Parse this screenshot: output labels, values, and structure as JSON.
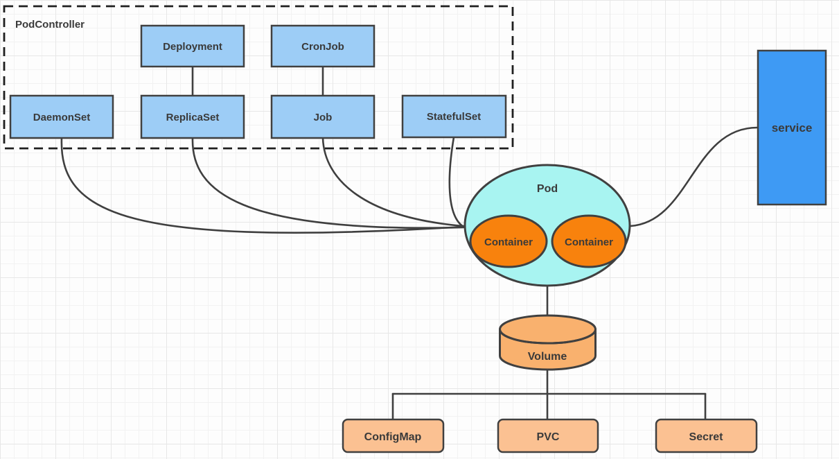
{
  "palette": {
    "controller_node_fill": "#9DCDF6",
    "service_fill": "#3E9AF4",
    "pod_fill": "#A8F4F1",
    "container_fill": "#F8820D",
    "volume_fill": "#F9B16E",
    "volume_source_fill": "#FBC192",
    "shape_stroke": "#404040",
    "edge_line": "#3F3F3F",
    "text": "#3A3A3A"
  },
  "pod_controller": {
    "label": "PodController",
    "nodes": {
      "deployment": "Deployment",
      "cronjob": "CronJob",
      "daemonset": "DaemonSet",
      "replicaset": "ReplicaSet",
      "job": "Job",
      "statefulset": "StatefulSet"
    }
  },
  "pod": {
    "label": "Pod",
    "containers": [
      "Container",
      "Container"
    ]
  },
  "service": {
    "label": "service"
  },
  "volume": {
    "label": "Volume"
  },
  "volume_sources": {
    "configmap": "ConfigMap",
    "pvc": "PVC",
    "secret": "Secret"
  },
  "edges": [
    {
      "from": "Deployment",
      "to": "ReplicaSet"
    },
    {
      "from": "CronJob",
      "to": "Job"
    },
    {
      "from": "DaemonSet",
      "to": "Pod"
    },
    {
      "from": "ReplicaSet",
      "to": "Pod"
    },
    {
      "from": "Job",
      "to": "Pod"
    },
    {
      "from": "StatefulSet",
      "to": "Pod"
    },
    {
      "from": "Pod",
      "to": "service"
    },
    {
      "from": "Pod",
      "to": "Volume"
    },
    {
      "from": "Volume",
      "to": "ConfigMap"
    },
    {
      "from": "Volume",
      "to": "PVC"
    },
    {
      "from": "Volume",
      "to": "Secret"
    }
  ]
}
